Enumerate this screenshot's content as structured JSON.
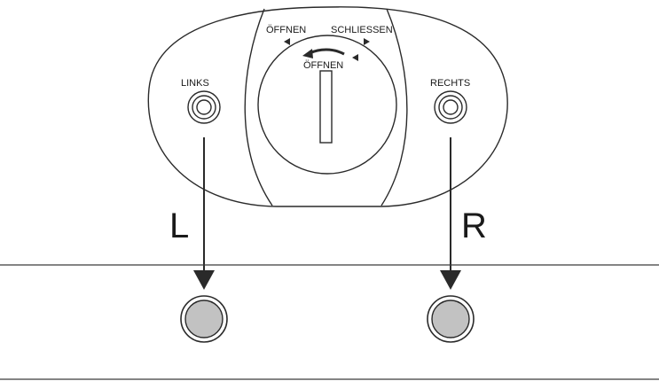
{
  "lock_panel": {
    "label_open_top": "ÖFFNEN",
    "label_close": "SCHLIESSEN",
    "label_open_inner": "ÖFFNEN"
  },
  "left_connector": {
    "label": "LINKS",
    "marker": "L"
  },
  "right_connector": {
    "label": "RECHTS",
    "marker": "R"
  },
  "colors": {
    "line": "#2a2a2a",
    "plug_fill": "#c2c2c2",
    "background": "#ffffff"
  }
}
